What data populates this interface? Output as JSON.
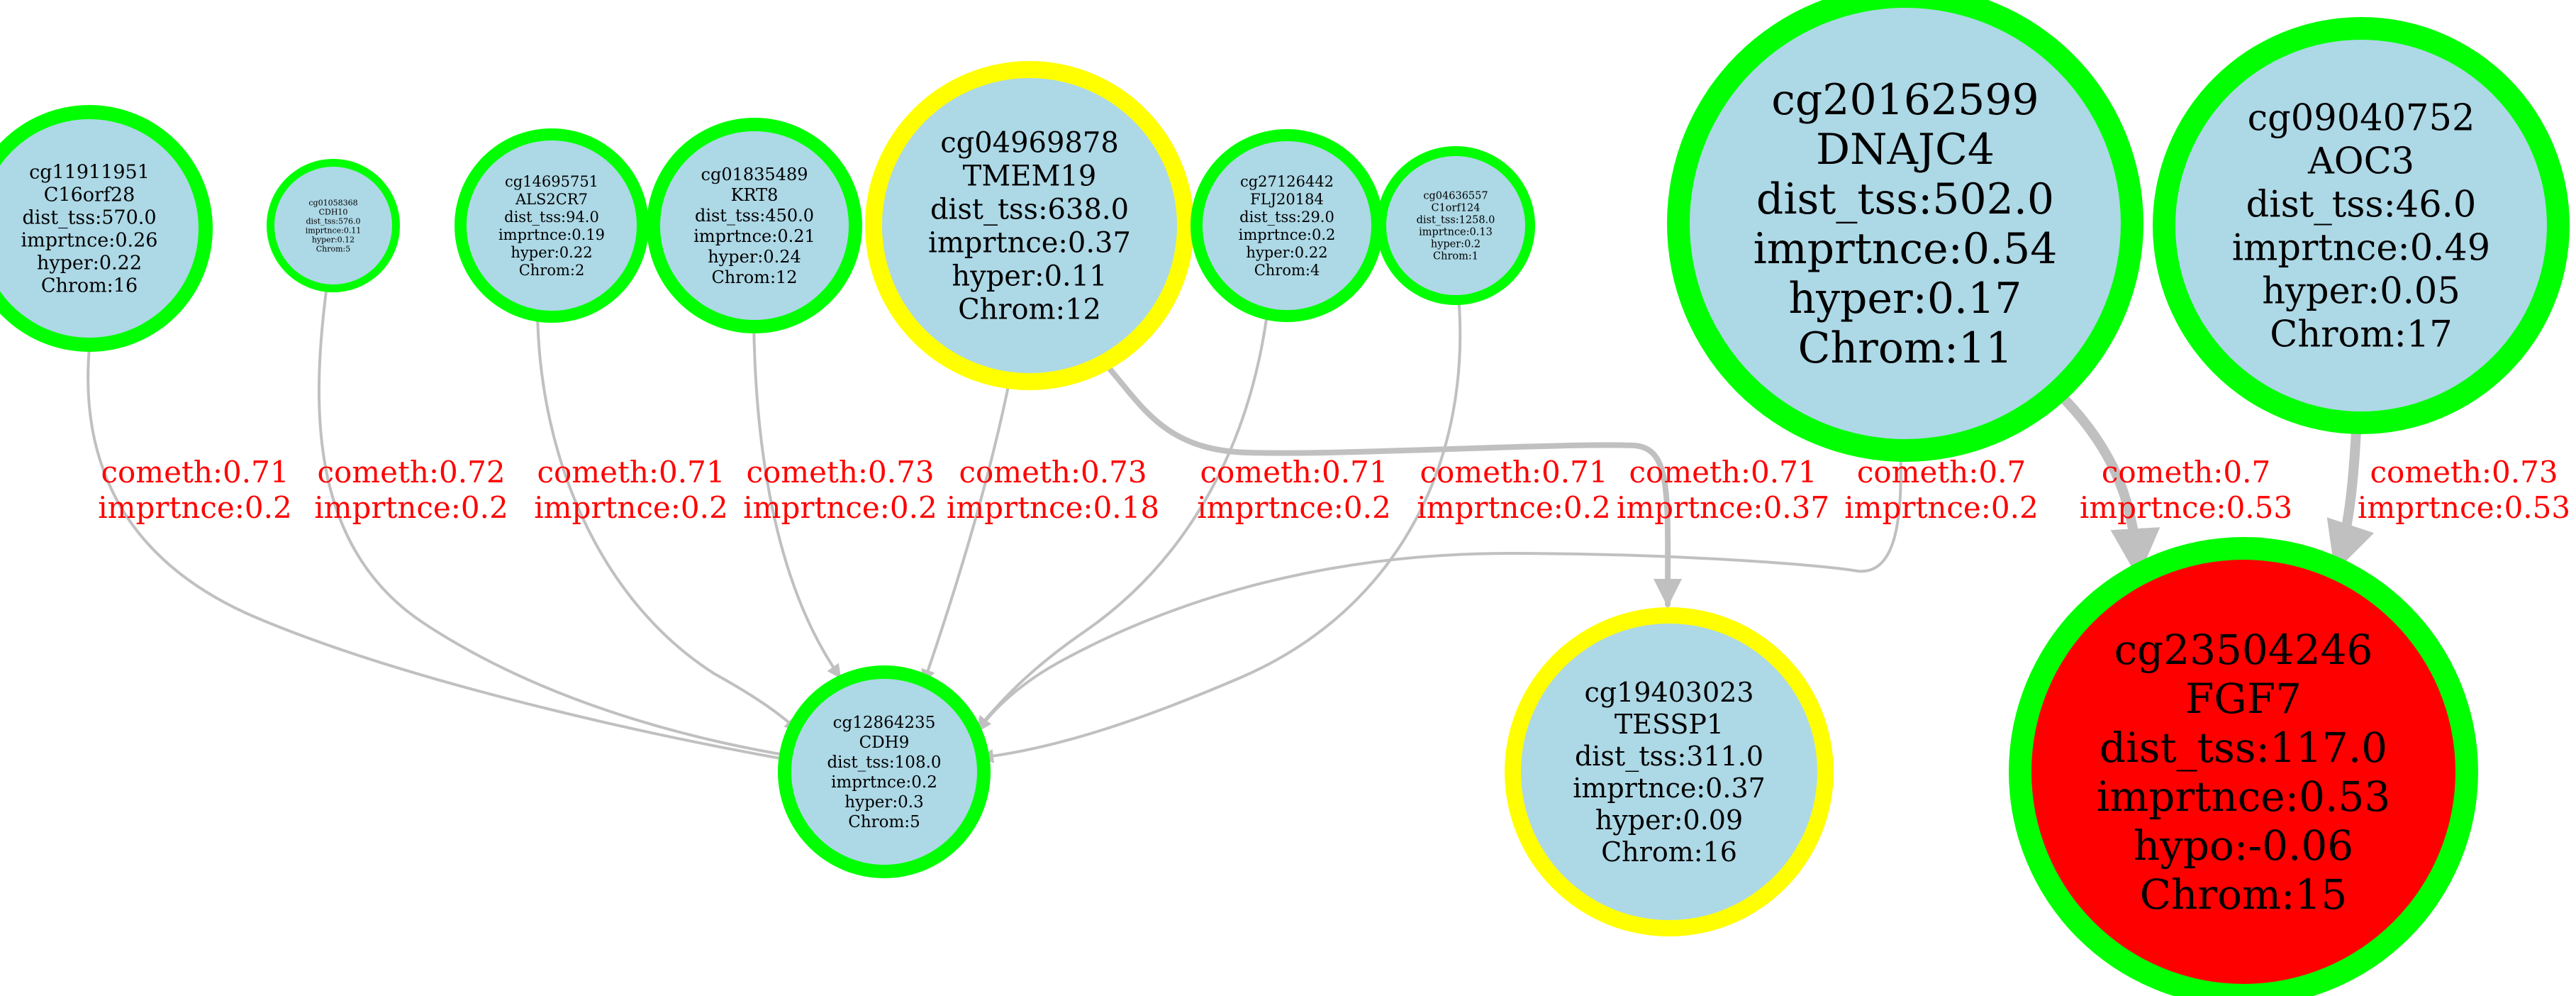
{
  "colors": {
    "background": "#ffffff",
    "node_fill": "#add8e6",
    "node_fill_hypo": "#ff0000",
    "ring_green": "#00ff00",
    "ring_yellow": "#ffff00",
    "edge": "#c0c0c0",
    "edge_label": "#ff0000",
    "node_text": "#000000"
  },
  "nodes": [
    {
      "id": "cg11911951",
      "lines": [
        "cg11911951",
        "C16orf28",
        "dist_tss:570.0",
        "imprtnce:0.26",
        "hyper:0.22",
        "Chrom:16"
      ],
      "ring": "green",
      "fill": "blue"
    },
    {
      "id": "cg01058368",
      "lines": [
        "cg01058368",
        "CDH10",
        "dist_tss:576.0",
        "imprtnce:0.11",
        "hyper:0.12",
        "Chrom:5"
      ],
      "ring": "green",
      "fill": "blue"
    },
    {
      "id": "cg14695751",
      "lines": [
        "cg14695751",
        "ALS2CR7",
        "dist_tss:94.0",
        "imprtnce:0.19",
        "hyper:0.22",
        "Chrom:2"
      ],
      "ring": "green",
      "fill": "blue"
    },
    {
      "id": "cg01835489",
      "lines": [
        "cg01835489",
        "KRT8",
        "dist_tss:450.0",
        "imprtnce:0.21",
        "hyper:0.24",
        "Chrom:12"
      ],
      "ring": "green",
      "fill": "blue"
    },
    {
      "id": "cg04969878",
      "lines": [
        "cg04969878",
        "TMEM19",
        "dist_tss:638.0",
        "imprtnce:0.37",
        "hyper:0.11",
        "Chrom:12"
      ],
      "ring": "yellow",
      "fill": "blue"
    },
    {
      "id": "cg27126442",
      "lines": [
        "cg27126442",
        "FLJ20184",
        "dist_tss:29.0",
        "imprtnce:0.2",
        "hyper:0.22",
        "Chrom:4"
      ],
      "ring": "green",
      "fill": "blue"
    },
    {
      "id": "cg04636557",
      "lines": [
        "cg04636557",
        "C1orf124",
        "dist_tss:1258.0",
        "imprtnce:0.13",
        "hyper:0.2",
        "Chrom:1"
      ],
      "ring": "green",
      "fill": "blue"
    },
    {
      "id": "cg20162599",
      "lines": [
        "cg20162599",
        "DNAJC4",
        "dist_tss:502.0",
        "imprtnce:0.54",
        "hyper:0.17",
        "Chrom:11"
      ],
      "ring": "green",
      "fill": "blue"
    },
    {
      "id": "cg09040752",
      "lines": [
        "cg09040752",
        "AOC3",
        "dist_tss:46.0",
        "imprtnce:0.49",
        "hyper:0.05",
        "Chrom:17"
      ],
      "ring": "green",
      "fill": "blue"
    },
    {
      "id": "cg12864235",
      "lines": [
        "cg12864235",
        "CDH9",
        "dist_tss:108.0",
        "imprtnce:0.2",
        "hyper:0.3",
        "Chrom:5"
      ],
      "ring": "green",
      "fill": "blue"
    },
    {
      "id": "cg19403023",
      "lines": [
        "cg19403023",
        "TESSP1",
        "dist_tss:311.0",
        "imprtnce:0.37",
        "hyper:0.09",
        "Chrom:16"
      ],
      "ring": "yellow",
      "fill": "blue"
    },
    {
      "id": "cg23504246",
      "lines": [
        "cg23504246",
        "FGF7",
        "dist_tss:117.0",
        "imprtnce:0.53",
        "hypo:-0.06",
        "Chrom:15"
      ],
      "ring": "green",
      "fill": "red"
    }
  ],
  "edges": [
    {
      "from": "cg11911951",
      "to": "cg12864235",
      "label": [
        "cometh:0.71",
        "imprtnce:0.2"
      ]
    },
    {
      "from": "cg01058368",
      "to": "cg12864235",
      "label": [
        "cometh:0.72",
        "imprtnce:0.2"
      ]
    },
    {
      "from": "cg14695751",
      "to": "cg12864235",
      "label": [
        "cometh:0.71",
        "imprtnce:0.2"
      ]
    },
    {
      "from": "cg01835489",
      "to": "cg12864235",
      "label": [
        "cometh:0.73",
        "imprtnce:0.2"
      ]
    },
    {
      "from": "cg04969878",
      "to": "cg12864235",
      "label": [
        "cometh:0.73",
        "imprtnce:0.18"
      ]
    },
    {
      "from": "cg27126442",
      "to": "cg12864235",
      "label": [
        "cometh:0.71",
        "imprtnce:0.2"
      ]
    },
    {
      "from": "cg04636557",
      "to": "cg12864235",
      "label": [
        "cometh:0.71",
        "imprtnce:0.2"
      ]
    },
    {
      "from": "cg04969878",
      "to": "cg19403023",
      "label": [
        "cometh:0.71",
        "imprtnce:0.37"
      ]
    },
    {
      "from": "cg20162599",
      "to": "cg12864235",
      "label": [
        "cometh:0.7",
        "imprtnce:0.2"
      ]
    },
    {
      "from": "cg20162599",
      "to": "cg23504246",
      "label": [
        "cometh:0.7",
        "imprtnce:0.53"
      ]
    },
    {
      "from": "cg09040752",
      "to": "cg23504246",
      "label": [
        "cometh:0.73",
        "imprtnce:0.53"
      ]
    }
  ]
}
